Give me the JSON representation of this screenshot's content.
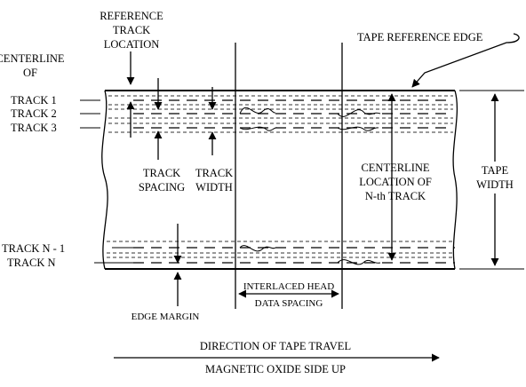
{
  "labels": {
    "reference_track_location": [
      "REFERENCE",
      "TRACK",
      "LOCATION"
    ],
    "centerline_of": [
      "CENTERLINE",
      "OF"
    ],
    "track_1": "TRACK  1",
    "track_2": "TRACK  2",
    "track_3": "TRACK  3",
    "track_n_minus_1": "TRACK  N - 1",
    "track_n": "TRACK  N",
    "tape_reference_edge": "TAPE REFERENCE EDGE",
    "track_spacing": [
      "TRACK",
      "SPACING"
    ],
    "track_width": [
      "TRACK",
      "WIDTH"
    ],
    "centerline_nth": [
      "CENTERLINE",
      "LOCATION OF",
      "N-th TRACK"
    ],
    "tape_width": [
      "TAPE",
      "WIDTH"
    ],
    "interlaced_head": "INTERLACED HEAD",
    "data_spacing": "DATA SPACING",
    "edge_margin": "EDGE MARGIN",
    "direction_of_travel": "DIRECTION OF TAPE TRAVEL",
    "oxide_side_up": "MAGNETIC OXIDE SIDE UP"
  }
}
